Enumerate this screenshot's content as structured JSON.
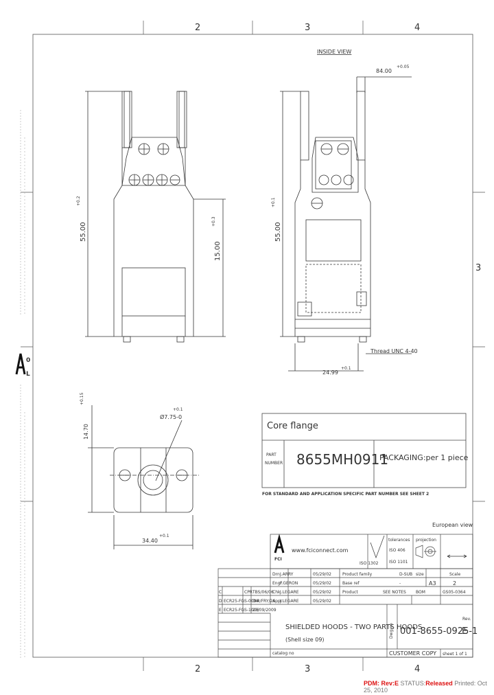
{
  "grid": {
    "top_cols": [
      "2",
      "3",
      "4"
    ],
    "bottom_cols": [
      "2",
      "3",
      "4"
    ],
    "right_rows": [
      "3"
    ]
  },
  "views": {
    "inside_view": "INSIDE VIEW",
    "dim_height_left": "55.00",
    "dim_height_left_tol": "+0.2",
    "dim_inner_left": "15.00",
    "dim_inner_left_tol": "+0.3",
    "dim_height_right": "55.00",
    "dim_height_right_tol": "+0.1",
    "dim_top_right": "84.00",
    "dim_top_right_tol": "+0.05",
    "thread": "Thread UNC 4-40",
    "dim_width_right": "24.99",
    "dim_width_right_tol": "+0.1",
    "dim_side": "14.70",
    "dim_side_tol": "+0.15",
    "dim_hole": "Ø7.75-0",
    "dim_hole_tol": "+0.1",
    "dim_bottom": "34.40",
    "dim_bottom_tol": "+0.1"
  },
  "info": {
    "core_flange": "Core flange",
    "part_label_1": "PART",
    "part_label_2": "NUMBER",
    "part_number": "8655MH0911",
    "packaging": "PACKAGING:per 1 piece",
    "note": "FOR STANDARD AND APPLICATION SPECIFIC PART NUMBER SEE SHEET 2"
  },
  "title_block": {
    "projection": "European view",
    "website": "www.fciconnect.com",
    "logo": "FCI",
    "tolerances_h": "tolerances",
    "tol_1": "ISO 406",
    "tol_2": "ISO 1101",
    "projection_h": "projection",
    "roughness": "ISO 1302",
    "rows": [
      {
        "role": "Drn",
        "name": "J.ARRY",
        "date": "05/29/02",
        "label": "Product family",
        "value": "D-SUB",
        "extra": "size",
        "scale_h": "Scale"
      },
      {
        "role": "Engr",
        "name": "F.GERON",
        "date": "05/29/02",
        "label": "Base ref",
        "value": "-",
        "extra": "A3",
        "scale": "2"
      },
      {
        "role": "Chk",
        "name": "J.LEGARE",
        "date": "05/29/02",
        "label": "Product",
        "value": "SEE NOTES",
        "extra": "BOM",
        "code": "GS05-0364"
      },
      {
        "role": "Appr",
        "name": "J.LEGARE",
        "date": "05/29/02",
        "label": "",
        "value": "",
        "extra": "",
        "code": ""
      }
    ],
    "title": "SHIELDED HOODS - TWO PARTS HOODS",
    "subtitle": "(Shell size 09)",
    "catalog": "catalog no",
    "dwg_no_h": "Dwg no",
    "dwg_no": "001-8655-0925-1",
    "rev_h": "Rev.",
    "rev": "E",
    "customer_copy": "CUSTOMER COPY",
    "sheet": "sheet 1 of 1",
    "revisions": [
      {
        "letter": "C",
        "ecn": "CPR",
        "date": "TBS/06/06"
      },
      {
        "letter": "D",
        "ecn": "ECR25-FGS-0094",
        "date": "DIR/FRY/26"
      },
      {
        "letter": "E",
        "ecn": "ECR25-FGS-1006",
        "date": "23/09/2009"
      }
    ]
  },
  "status_bar": {
    "pdm": "PDM: Rev:E",
    "status_label": "STATUS:",
    "status": "Released",
    "printed": "Printed: Oct 25, 2010"
  },
  "colors": {
    "accent_red": "#dd1111",
    "line": "#333333"
  }
}
